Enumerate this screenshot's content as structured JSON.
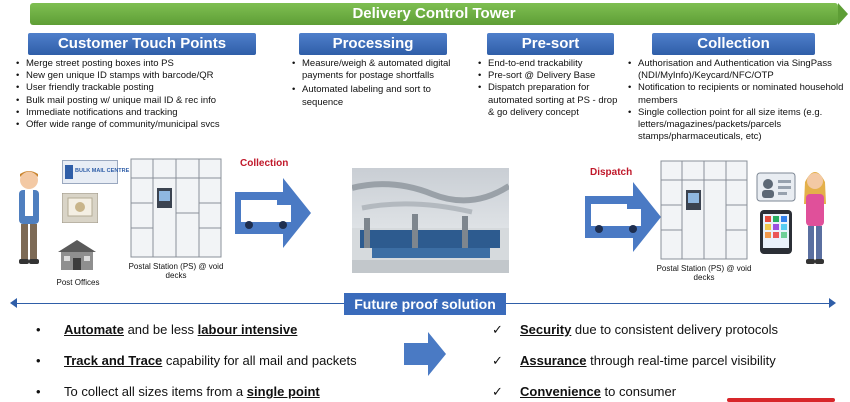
{
  "banner": {
    "title": "Delivery Control Tower"
  },
  "columns": [
    {
      "title": "Customer Touch Points",
      "items": [
        "Merge street posting boxes into PS",
        "New gen unique ID stamps with barcode/QR",
        "User friendly trackable posting",
        "Bulk mail posting w/ unique mail ID & rec info",
        "Immediate notifications and tracking",
        "Offer wide range of community/municipal svcs"
      ]
    },
    {
      "title": "Processing",
      "items": [
        "Measure/weigh & automated digital payments for postage shortfalls",
        "Automated labeling and sort to sequence"
      ]
    },
    {
      "title": "Pre-sort",
      "items": [
        "End-to-end trackability",
        "Pre-sort @ Delivery Base",
        "Dispatch preparation for automated sorting at PS - drop & go delivery concept"
      ]
    },
    {
      "title": "Collection",
      "items": [
        "Authorisation and Authentication via SingPass (NDI/MyInfo)/Keycard/NFC/OTP",
        "Notification to recipients or nominated household members",
        "Single collection point for all size items (e.g. letters/magazines/packets/parcels stamps/pharmaceuticals, etc)"
      ]
    }
  ],
  "flow": {
    "collection_label": "Collection",
    "dispatch_label": "Dispatch",
    "bulk_mail_sign": "BULK MAIL CENTRE",
    "post_offices": "Post Offices",
    "postal_station_left": "Postal Station (PS) @ void decks",
    "postal_station_right": "Postal Station (PS) @ void decks"
  },
  "future": {
    "title": "Future proof solution",
    "left": [
      {
        "pre": "",
        "em": "Automate",
        "mid": " and be less ",
        "em2": "labour intensive",
        "post": ""
      },
      {
        "pre": "",
        "em": "Track and Trace",
        "mid": " capability for all mail and packets",
        "em2": "",
        "post": ""
      },
      {
        "pre": "To collect all sizes items from a ",
        "em": "single point",
        "mid": "",
        "em2": "",
        "post": ""
      }
    ],
    "right": [
      {
        "em": "Security",
        "rest": " due to consistent delivery protocols"
      },
      {
        "em": "Assurance",
        "rest": " through real-time parcel visibility"
      },
      {
        "em": "Convenience",
        "rest": " to consumer"
      }
    ],
    "bullet": "•",
    "check": "✓"
  },
  "colors": {
    "banner_green": "#6aaa3f",
    "header_blue": "#2f5ea8",
    "accent_red": "#c0182a",
    "arrow_blue": "#3a6bbb"
  }
}
